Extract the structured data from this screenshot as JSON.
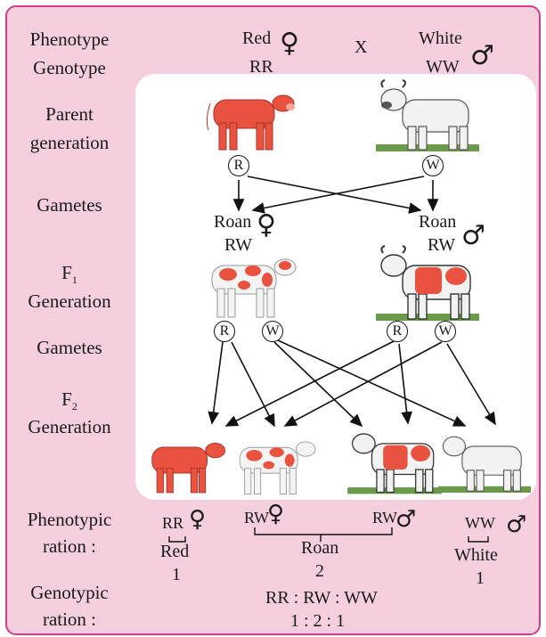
{
  "labels": {
    "phenotype": "Phenotype",
    "genotype": "Genotype",
    "parent_1": "Parent",
    "parent_2": "generation",
    "gametes_1": "Gametes",
    "f1_main": "F",
    "f1_sub": "1",
    "f1_gen": "Generation",
    "gametes_2": "Gametes",
    "f2_main": "F",
    "f2_sub": "2",
    "f2_gen": "Generation",
    "pheno_ratio_1": "Phenotypic",
    "pheno_ratio_2": "ration :",
    "geno_ratio_1": "Genotypic",
    "geno_ratio_2": "ration :"
  },
  "parents": {
    "female_pheno": "Red",
    "female_geno": "RR",
    "cross": "X",
    "male_pheno": "White",
    "male_geno": "WW"
  },
  "gametes_p": [
    "R",
    "W"
  ],
  "f1": {
    "female_pheno": "Roan",
    "female_geno": "RW",
    "male_pheno": "Roan",
    "male_geno": "RW"
  },
  "gametes_f1": [
    "R",
    "W",
    "R",
    "W"
  ],
  "phenotypic": {
    "rr": "RR",
    "rw_left": "RW",
    "rw_right": "RW",
    "ww": "WW",
    "red": "Red",
    "red_count": "1",
    "roan": "Roan",
    "roan_count": "2",
    "white": "White",
    "white_count": "1"
  },
  "genotypic": {
    "types": "RR : RW : WW",
    "ratio": "1 : 2 : 1"
  },
  "symbols": {
    "female": "♀",
    "male": "♂"
  },
  "colors": {
    "border": "#d63a8a",
    "background": "#f5cfe0",
    "red_cow": "#e8523f",
    "white_cow": "#f2f2f2"
  }
}
